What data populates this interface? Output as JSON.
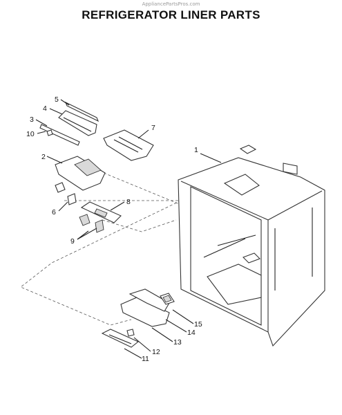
{
  "watermark": "AppliancePartsPros.com",
  "title": "REFRIGERATOR LINER PARTS",
  "callouts": [
    "1",
    "2",
    "3",
    "4",
    "5",
    "6",
    "7",
    "8",
    "9",
    "10",
    "11",
    "12",
    "13",
    "14",
    "15"
  ]
}
